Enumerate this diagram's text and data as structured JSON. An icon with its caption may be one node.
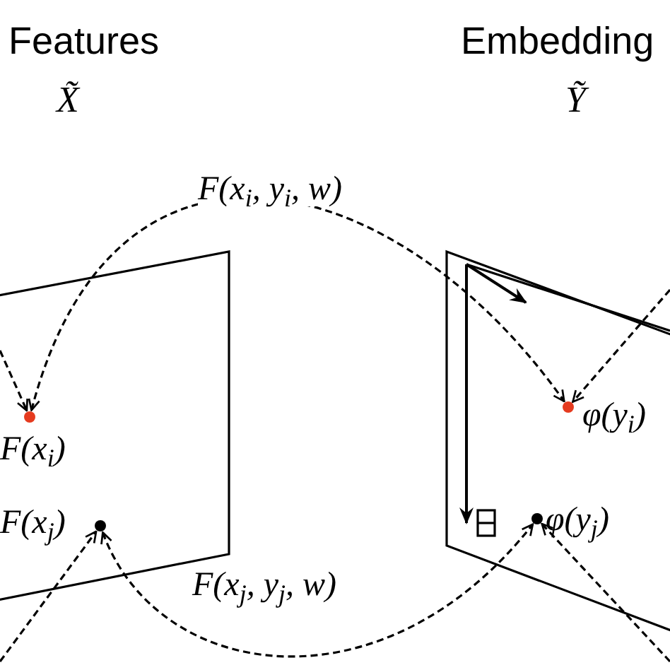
{
  "diagram": {
    "nodes": [
      {
        "text": [],
        "shape": "box"
      },
      {
        "text": [],
        "shape": "box"
      },
      {
        "text": [],
        "shape": "circle",
        "in": 0,
        "beside": [
          "F(x$_{i}$)"
        ]
      },
      {
        "text": [],
        "shape": "circle",
        "in": 0,
        "beside": [
          "F(x$_{j}$)"
        ]
      },
      {
        "text": [],
        "shape": "circle",
        "in": 1,
        "beside": [
          "φ(y$_{i}$)"
        ]
      },
      {
        "text": [],
        "shape": "circle",
        "in": 1,
        "beside": [
          "φ(y$_{j}$)"
        ]
      }
    ],
    "edges": [
      {
        "from": 2,
        "to": 4,
        "arrow": "both",
        "label": "F(x$_{i}$, y$_{i}$, w)",
        "style": "dashed"
      },
      {
        "from": null,
        "to": 2,
        "arrow": "to",
        "style": "dashed"
      },
      {
        "from": null,
        "to": 4,
        "arrow": "to",
        "style": "dashed"
      },
      {
        "from": 3,
        "to": 5,
        "arrow": "both",
        "label": "F(x$_{j}$, y$_{j}$, w)",
        "style": "dashed"
      },
      {
        "from": null,
        "to": 3,
        "arrow": "to",
        "style": "dashed"
      },
      {
        "from": null,
        "to": 5,
        "arrow": "to",
        "style": "dashed"
      }
    ],
    "labels": [
      "Features",
      "X̃",
      "Embedding",
      "Ỹ"
    ]
  }
}
